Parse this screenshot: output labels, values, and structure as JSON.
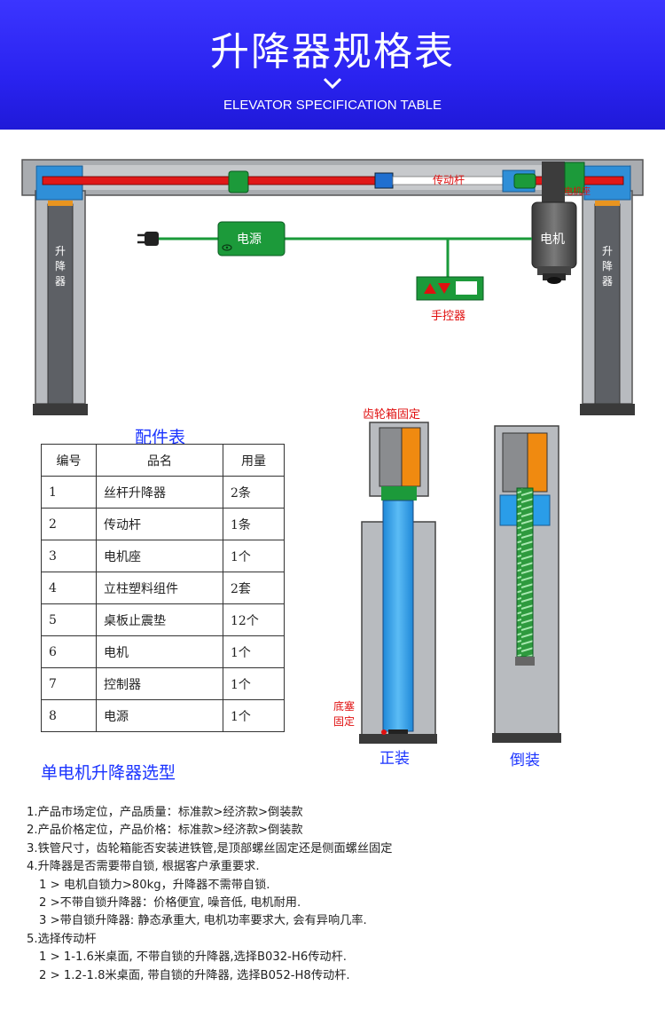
{
  "header": {
    "title": "升降器规格表",
    "subtitle": "ELEVATOR SPECIFICATION TABLE"
  },
  "diagram": {
    "lift_label": [
      "升",
      "降",
      "器"
    ],
    "transmission_rod": "传动杆",
    "motor_seat": "电机座",
    "power": "电源",
    "motor": "电机",
    "hand_controller": "手控器",
    "gearbox_fixed": "齿轮箱固定",
    "bottom_plug": "底塞",
    "fixed": "固定",
    "upright": "正装",
    "inverted": "倒装"
  },
  "parts_table": {
    "title": "配件表",
    "headers": [
      "编号",
      "品名",
      "用量"
    ],
    "rows": [
      [
        "1",
        "丝杆升降器",
        "2条"
      ],
      [
        "2",
        "传动杆",
        "1条"
      ],
      [
        "3",
        "电机座",
        "1个"
      ],
      [
        "4",
        "立柱塑料组件",
        "2套"
      ],
      [
        "5",
        "桌板止震垫",
        "12个"
      ],
      [
        "6",
        "电机",
        "1个"
      ],
      [
        "7",
        "控制器",
        "1个"
      ],
      [
        "8",
        "电源",
        "1个"
      ]
    ]
  },
  "selection": {
    "title": "单电机升降器选型",
    "notes": [
      "1.产品市场定位，产品质量：标准款>经济款>倒装款",
      "2.产品价格定位，产品价格：标准款>经济款>倒装款",
      "3.铁管尺寸，齿轮箱能否安装进铁管,是顶部螺丝固定还是侧面螺丝固定",
      "4.升降器是否需要带自锁, 根据客户承重要求.",
      "1 > 电机自锁力>80kg，升降器不需带自锁.",
      "2 >不带自锁升降器：价格便宜, 噪音低, 电机耐用.",
      "3 >带自锁升降器: 静态承重大, 电机功率要求大, 会有异响几率.",
      "5.选择传动杆",
      "1 > 1-1.6米桌面, 不带自锁的升降器,选择B032-H6传动杆.",
      "2 > 1.2-1.8米桌面, 带自锁的升降器, 选择B052-H8传动杆."
    ]
  },
  "colors": {
    "header_blue": "#2a23f0",
    "accent_blue": "#1a33ff",
    "label_red": "#e01010",
    "cable_green": "#1a9a3a",
    "shaft_blue": "#2a9de8",
    "gear_orange": "#f08a10"
  }
}
